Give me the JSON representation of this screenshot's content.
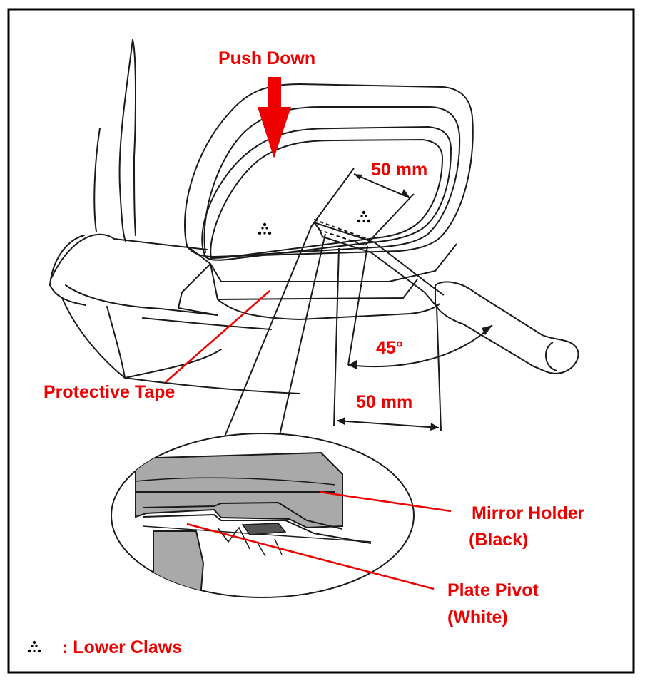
{
  "labels": {
    "push_down": "Push Down",
    "dim_top": "50 mm",
    "angle": "45°",
    "dim_bottom": "50 mm",
    "protective_tape": "Protective Tape",
    "mirror_holder_line1": "Mirror Holder",
    "mirror_holder_line2": "(Black)",
    "plate_pivot_line1": "Plate Pivot",
    "plate_pivot_line2": "(White)",
    "legend_text": ": Lower Claws"
  },
  "colors": {
    "annotation": "#ee0000",
    "line_art": "#1a1a1a",
    "frame": "#000000",
    "detail_fill": "#a9a9a9"
  },
  "icons": {
    "claw_marker": "triangle-of-dots-icon"
  }
}
